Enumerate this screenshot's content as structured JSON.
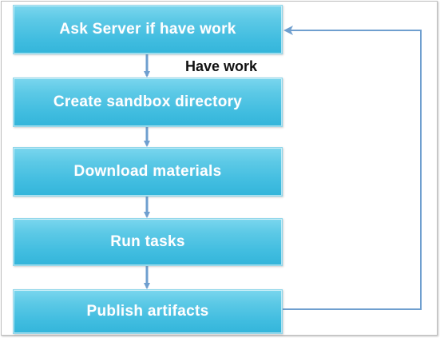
{
  "diagram": {
    "type": "flowchart",
    "steps": [
      {
        "id": "ask",
        "label": "Ask Server if have work"
      },
      {
        "id": "sandbox",
        "label": "Create sandbox directory"
      },
      {
        "id": "download",
        "label": "Download materials"
      },
      {
        "id": "run",
        "label": "Run tasks"
      },
      {
        "id": "publish",
        "label": "Publish artifacts"
      }
    ],
    "edge_labels": {
      "ask_to_sandbox": "Have work"
    },
    "colors": {
      "box_fill": "#41bde0",
      "box_text": "#ffffff",
      "arrow": "#6f9fcf"
    }
  }
}
